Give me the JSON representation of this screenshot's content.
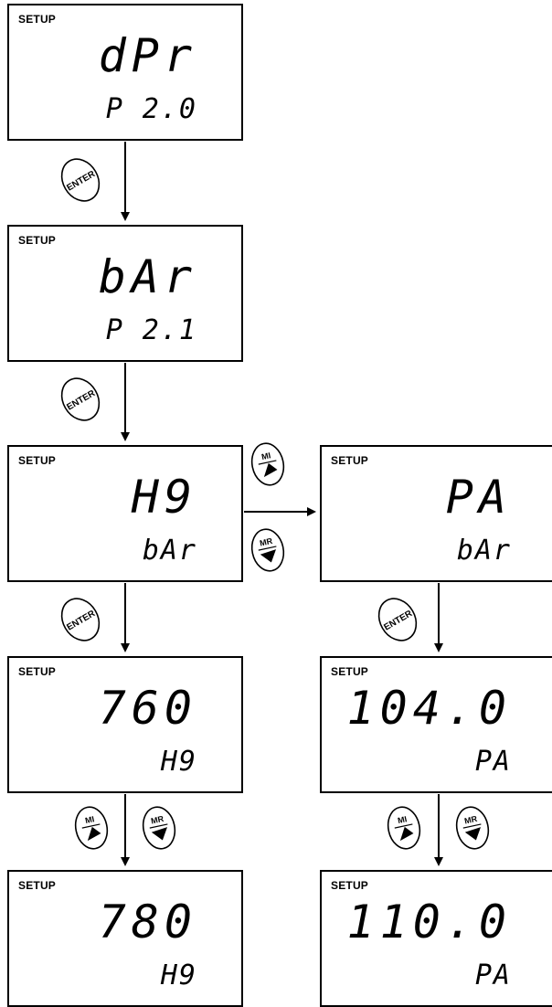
{
  "screens": [
    {
      "id": "s1",
      "header": "SETUP",
      "main": "dPr",
      "sub": "P 2.0"
    },
    {
      "id": "s2",
      "header": "SETUP",
      "main": "bAr",
      "sub": "P 2.1"
    },
    {
      "id": "s3",
      "header": "SETUP",
      "main": "H9",
      "sub": "bAr"
    },
    {
      "id": "s4",
      "header": "SETUP",
      "main": "PA",
      "sub": "bAr"
    },
    {
      "id": "s5",
      "header": "SETUP",
      "main": "760",
      "sub": "H9"
    },
    {
      "id": "s6",
      "header": "SETUP",
      "main": "104.0",
      "sub": "PA"
    },
    {
      "id": "s7",
      "header": "SETUP",
      "main": "780",
      "sub": "H9"
    },
    {
      "id": "s8",
      "header": "SETUP",
      "main": "110.0",
      "sub": "PA"
    }
  ],
  "buttons": {
    "enter": "ENTER",
    "mi": "MI",
    "mr": "MR"
  },
  "icons": {
    "mi_arrow": "triangle-up-icon",
    "mr_arrow": "triangle-down-icon",
    "flow_arrow": "arrow-icon"
  }
}
